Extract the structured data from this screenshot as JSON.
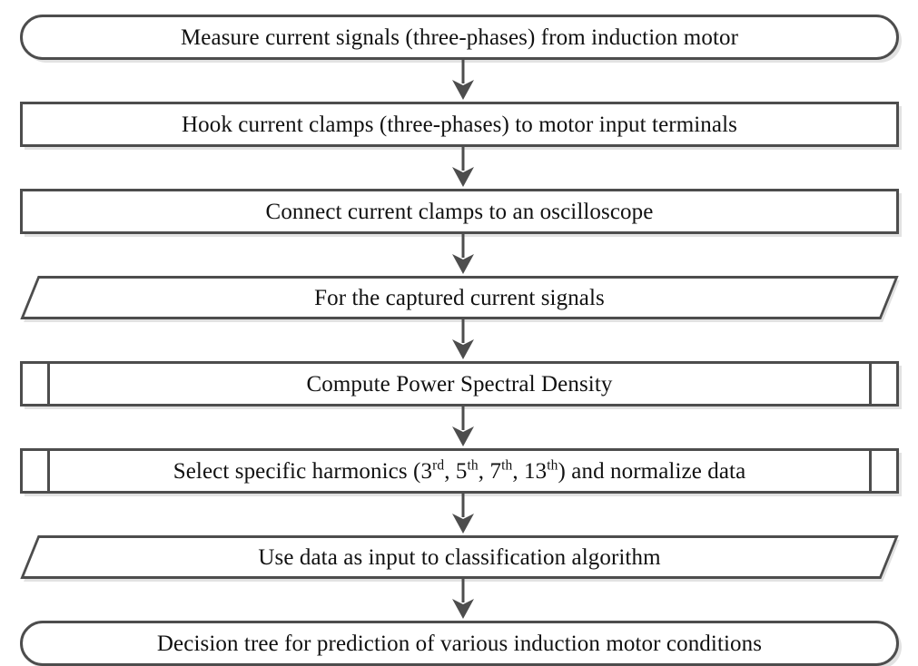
{
  "diagram": {
    "title": "Induction motor current-signal processing flowchart",
    "orientation": "top-to-bottom",
    "colors": {
      "border": "#4d4d4d",
      "fill": "#ffffff",
      "shadow": "#e2e2e2",
      "text": "#111111",
      "arrow": "#4d4d4d"
    },
    "nodes": [
      {
        "id": "n1",
        "shape": "terminator",
        "label": "Measure current signals (three-phases) from induction motor"
      },
      {
        "id": "n2",
        "shape": "process",
        "label": "Hook current clamps (three-phases) to motor input terminals"
      },
      {
        "id": "n3",
        "shape": "process",
        "label": "Connect current clamps to an oscilloscope"
      },
      {
        "id": "n4",
        "shape": "data",
        "label": "For the captured current signals"
      },
      {
        "id": "n5",
        "shape": "predefined-process",
        "label": "Compute Power Spectral Density"
      },
      {
        "id": "n6",
        "shape": "predefined-process",
        "label_html": "Select specific harmonics (3<sup>rd</sup>, 5<sup>th</sup>, 7<sup>th</sup>, 13<sup>th</sup>) and normalize data",
        "label": "Select specific harmonics (3rd, 5th, 7th, 13th) and normalize data"
      },
      {
        "id": "n7",
        "shape": "data",
        "label": "Use data as input to classification algorithm"
      },
      {
        "id": "n8",
        "shape": "terminator",
        "label": "Decision tree for prediction of various induction motor conditions"
      }
    ],
    "connectors": [
      {
        "id": "c1",
        "from": "n1",
        "to": "n2",
        "type": "arrow-down"
      },
      {
        "id": "c2",
        "from": "n2",
        "to": "n3",
        "type": "arrow-down"
      },
      {
        "id": "c3",
        "from": "n3",
        "to": "n4",
        "type": "arrow-down"
      },
      {
        "id": "c4",
        "from": "n4",
        "to": "n5",
        "type": "arrow-down"
      },
      {
        "id": "c5",
        "from": "n5",
        "to": "n6",
        "type": "arrow-down"
      },
      {
        "id": "c6",
        "from": "n6",
        "to": "n7",
        "type": "arrow-down"
      },
      {
        "id": "c7",
        "from": "n7",
        "to": "n8",
        "type": "arrow-down"
      }
    ]
  }
}
